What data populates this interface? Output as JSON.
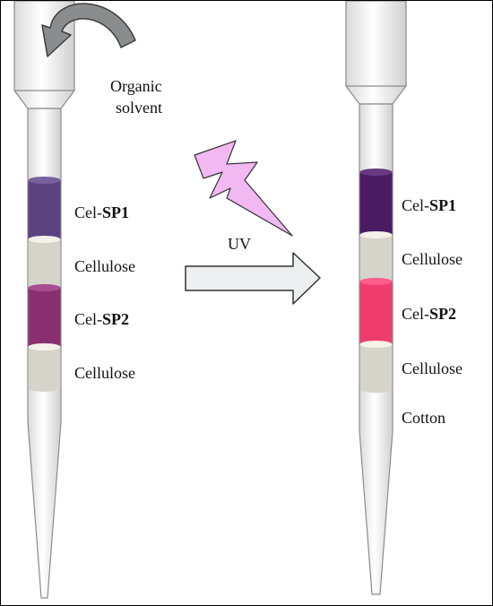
{
  "annotations": {
    "solvent_line1": "Organic",
    "solvent_line2": "solvent",
    "uv": "UV"
  },
  "left_column": {
    "bands": [
      {
        "prefix": "Cel-",
        "bold": "SP1",
        "color": "#5b4380"
      },
      {
        "prefix": "Cellulose",
        "bold": "",
        "color": "#d6d3cb"
      },
      {
        "prefix": "Cel-",
        "bold": "SP2",
        "color": "#8b2f73"
      },
      {
        "prefix": "Cellulose",
        "bold": "",
        "color": "#d6d3cb"
      }
    ]
  },
  "right_column": {
    "bands": [
      {
        "prefix": "Cel-",
        "bold": "SP1",
        "color": "#4b1b63"
      },
      {
        "prefix": "Cellulose",
        "bold": "",
        "color": "#d6d3cb"
      },
      {
        "prefix": "Cel-",
        "bold": "SP2",
        "color": "#ee3d6c"
      },
      {
        "prefix": "Cellulose",
        "bold": "",
        "color": "#d6d3cb"
      },
      {
        "prefix": "Cotton",
        "bold": "",
        "color": ""
      }
    ]
  },
  "colors": {
    "tube_outline": "#8c8c8c",
    "tube_fill": "#f2f2f2",
    "arrow_curved": "#8a8c8e",
    "arrow_right_fill": "#eceeef",
    "lightning_fill": "#f2b8f2"
  }
}
